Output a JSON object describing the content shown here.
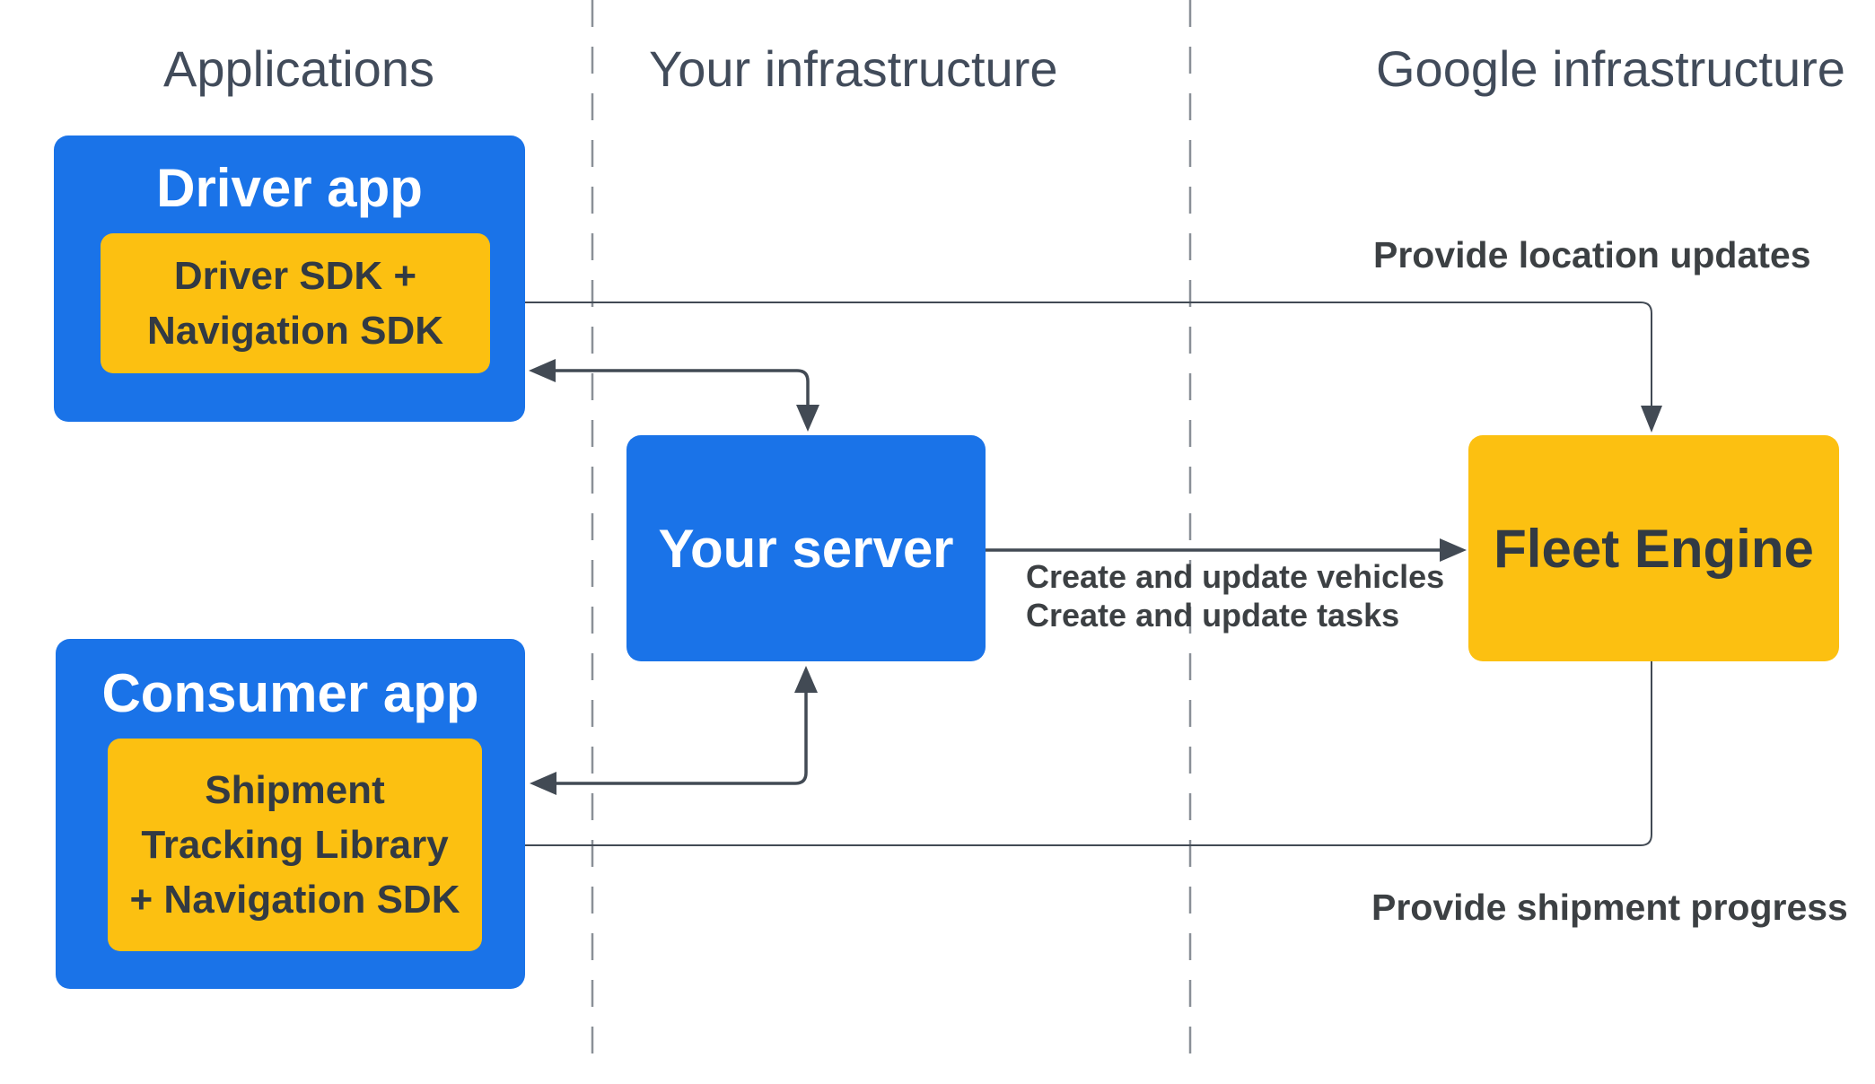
{
  "palette": {
    "app_blue": "#1a73e8",
    "sdk_yellow": "#fcc011",
    "arrow_dark": "#424a54",
    "label_dark": "#3c4043",
    "column_title": "#414b5a",
    "dashed_line": "#8a9097",
    "background": "#ffffff",
    "box_text_dark": "#323a43",
    "title_text_white": "#ffffff"
  },
  "columns": [
    {
      "label": "Applications"
    },
    {
      "label": "Your infrastructure"
    },
    {
      "label": "Google infrastructure"
    }
  ],
  "nodes": {
    "driver_app": {
      "title": "Driver app",
      "sdk_lines": [
        "Driver SDK +",
        "Navigation SDK"
      ]
    },
    "consumer_app": {
      "title": "Consumer app",
      "sdk_lines": [
        "Shipment",
        "Tracking Library",
        "+ Navigation SDK"
      ]
    },
    "your_server": {
      "title": "Your server"
    },
    "fleet_engine": {
      "title": "Fleet Engine"
    }
  },
  "edge_labels": {
    "provide_location_updates": "Provide location updates",
    "create_update_vehicles": "Create and update vehicles",
    "create_update_tasks": "Create and update tasks",
    "provide_shipment_progress": "Provide shipment progress"
  }
}
